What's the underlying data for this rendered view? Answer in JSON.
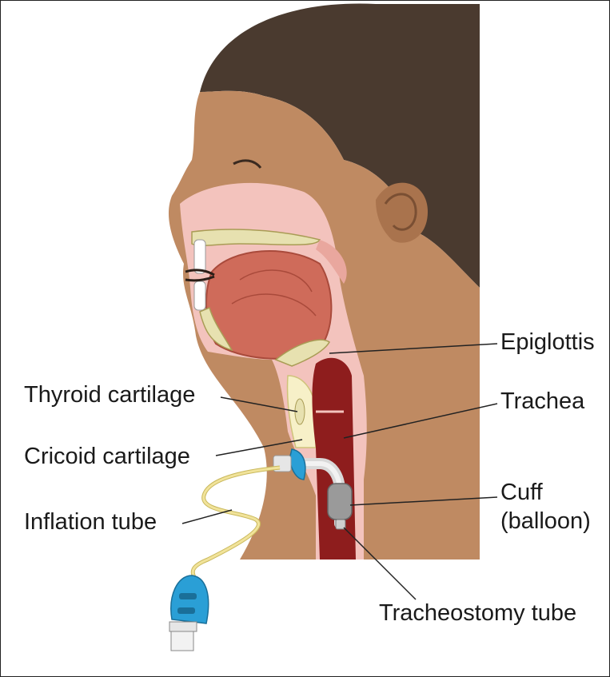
{
  "labels": {
    "epiglottis": "Epiglottis",
    "trachea": "Trachea",
    "cuff_line1": "Cuff",
    "cuff_line2": "(balloon)",
    "thyroid": "Thyroid cartilage",
    "cricoid": "Cricoid cartilage",
    "inflation": "Inflation tube",
    "trach_tube": "Tracheostomy tube"
  },
  "colors": {
    "skin": "#bf8a62",
    "skin_shadow": "#a9734d",
    "hair": "#4a3a2f",
    "mucosa": "#f3c3bd",
    "tongue": "#cf6b5a",
    "bone": "#e7e1b0",
    "trachea": "#8e1d1d",
    "tube_blue": "#2a9fd6",
    "cuff_gray": "#9a9a9a",
    "inflation_tube": "#f1e39a"
  }
}
